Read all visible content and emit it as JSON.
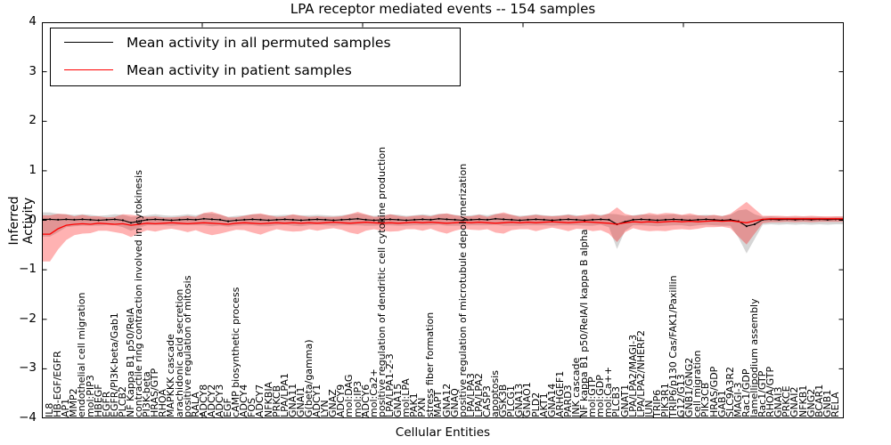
{
  "title": "LPA receptor mediated events -- 154 samples",
  "axes": {
    "ylabel": "Inferred Activity",
    "xlabel": "Cellular Entities",
    "yticks": [
      "4",
      "3",
      "2",
      "1",
      "0",
      "−1",
      "−2",
      "−3",
      "−4"
    ],
    "ylim": [
      -4,
      4
    ],
    "grid": false
  },
  "legend": {
    "position": "upper-left",
    "items": [
      {
        "label": "Mean activity in all permuted samples",
        "color": "#000000"
      },
      {
        "label": "Mean activity in patient samples",
        "color": "#ff0000"
      }
    ]
  },
  "chart_data": {
    "type": "line",
    "title": "LPA receptor mediated events -- 154 samples",
    "xlabel": "Cellular Entities",
    "ylabel": "Inferred Activity",
    "ylim": [
      -4,
      4
    ],
    "categories": [
      "IL8",
      "HB-EGF/EGFR",
      "AP1",
      "MMP2",
      "endothelial cell migration",
      "mol:PIP3",
      "HBEGF",
      "EGFR",
      "EGFR/PI3K-beta/Gab1",
      "PLCB2",
      "NF Kappa B1 p50/RelA",
      "contractile ring contraction involved in cytokinesis",
      "PI3K-beta",
      "HRAS/GTP",
      "RHOA",
      "MAPKKK cascade",
      "arachidonic acid secretion",
      "positive regulation of mitosis",
      "RALA",
      "ADCY8",
      "ADCY2",
      "ADCY3",
      "EGF",
      "cAMP biosynthetic process",
      "ADCY4",
      "FOS",
      "ADCY7",
      "NFKBIA",
      "PRKCB",
      "LPA/LPA1",
      "GNA11",
      "GNAI1",
      "G(beta/gamma)",
      "ADCY1",
      "LYN",
      "GNAZ",
      "ADCY9",
      "mol:DAG",
      "mol:IP3",
      "ADCY6",
      "mol:Ca2+",
      "positive regulation of dendritic cell cytokine production",
      "LPA/LPA1-2-3",
      "GNA15",
      "mol:LPA",
      "PAK1",
      "PXN",
      "stress fiber formation",
      "MAPT",
      "GNA12",
      "GNAQ",
      "positive regulation of microtubule depolymerization",
      "LPA/LPA3",
      "LPA/LPA2",
      "CASP3",
      "apoptosis",
      "GSK3B",
      "PLCG1",
      "GNA13",
      "GNAO1",
      "PLD2",
      "AKT1",
      "GNA14",
      "ARHGEF1",
      "PARD3",
      "JNK cascade",
      "NF kappa B1 p50/RelA/I kappa B alpha",
      "mol:GTP",
      "mol:GDP",
      "mol:Ca++",
      "PLCB3",
      "GNAT1",
      "LPA/LPA2/MAGI-3",
      "LPA/LPA2/NHERF2",
      "JUN",
      "TRIP6",
      "PIK3R1",
      "TRIP6/p130 Cas/FAK1/Paxillin",
      "G12/G13",
      "GNB1/GNG2",
      "cell migration",
      "PIK3CB",
      "HRAS/GDP",
      "GAB1",
      "SLC9A3R2",
      "MAGI-3",
      "Rac1/GDP",
      "lamellipodium assembly",
      "Rac1/GTP",
      "RHOA/GTP",
      "GNAI3",
      "PRKCE",
      "GNAI2",
      "NFKB1",
      "GNG2",
      "BCAR1",
      "GNB1",
      "RELA"
    ],
    "series": [
      {
        "name": "Mean activity in all permuted samples",
        "color": "#000000",
        "marker": "dot",
        "values": [
          0.02,
          0.01,
          0.02,
          0.01,
          0.02,
          0.01,
          0.0,
          0.01,
          0.02,
          0.0,
          -0.05,
          -0.02,
          0.01,
          0.02,
          0.01,
          0.0,
          0.01,
          0.02,
          0.01,
          0.03,
          0.02,
          0.01,
          -0.02,
          0.0,
          0.01,
          0.02,
          0.01,
          0.0,
          0.01,
          0.02,
          0.01,
          0.0,
          0.01,
          0.02,
          0.01,
          0.0,
          0.01,
          0.02,
          0.03,
          0.01,
          0.0,
          0.01,
          0.02,
          0.01,
          0.0,
          0.01,
          0.02,
          0.01,
          0.03,
          0.02,
          0.01,
          0.0,
          0.01,
          0.02,
          0.01,
          0.03,
          0.02,
          0.01,
          0.0,
          0.01,
          0.02,
          0.01,
          0.0,
          0.01,
          0.02,
          0.01,
          0.0,
          0.01,
          0.02,
          0.01,
          -0.08,
          -0.03,
          0.01,
          0.02,
          0.01,
          0.0,
          0.01,
          0.02,
          0.01,
          0.0,
          0.01,
          0.02,
          0.01,
          0.0,
          0.01,
          -0.02,
          -0.12,
          -0.08,
          0.01,
          0.02,
          0.01,
          0.02,
          0.01,
          0.02,
          0.01,
          0.02,
          0.01,
          0.02
        ]
      },
      {
        "name": "Mean activity in patient samples",
        "color": "#ff0000",
        "marker": "none",
        "values": [
          -0.28,
          -0.17,
          -0.1,
          -0.08,
          -0.07,
          -0.08,
          -0.06,
          -0.07,
          -0.08,
          -0.07,
          -0.1,
          -0.08,
          -0.06,
          -0.07,
          -0.06,
          -0.05,
          -0.06,
          -0.07,
          -0.06,
          -0.05,
          -0.06,
          -0.07,
          -0.08,
          -0.06,
          -0.05,
          -0.06,
          -0.07,
          -0.06,
          -0.05,
          -0.06,
          -0.05,
          -0.06,
          -0.05,
          -0.06,
          -0.05,
          -0.04,
          -0.05,
          -0.06,
          -0.05,
          -0.04,
          -0.05,
          -0.06,
          -0.05,
          -0.06,
          -0.05,
          -0.04,
          -0.05,
          -0.04,
          -0.05,
          -0.06,
          -0.05,
          -0.04,
          -0.05,
          -0.04,
          -0.05,
          -0.06,
          -0.05,
          -0.04,
          -0.05,
          -0.04,
          -0.05,
          -0.04,
          -0.03,
          -0.04,
          -0.05,
          -0.04,
          -0.03,
          -0.04,
          -0.05,
          -0.06,
          -0.08,
          -0.05,
          -0.03,
          -0.04,
          -0.03,
          -0.04,
          -0.03,
          -0.02,
          -0.03,
          -0.02,
          -0.03,
          -0.02,
          -0.01,
          -0.02,
          -0.01,
          -0.03,
          -0.05,
          -0.01,
          0.02,
          0.03,
          0.03,
          0.03,
          0.03,
          0.03,
          0.03,
          0.03,
          0.03,
          0.03
        ]
      }
    ],
    "bands": [
      {
        "name": "permuted samples std band",
        "around_series": 0,
        "color": "rgba(0,0,0,0.16)",
        "halfwidth_upper": [
          0.14,
          0.12,
          0.1,
          0.1,
          0.1,
          0.1,
          0.09,
          0.09,
          0.1,
          0.11,
          0.12,
          0.1,
          0.09,
          0.1,
          0.09,
          0.09,
          0.09,
          0.1,
          0.09,
          0.11,
          0.12,
          0.1,
          0.09,
          0.09,
          0.09,
          0.1,
          0.11,
          0.1,
          0.09,
          0.09,
          0.1,
          0.1,
          0.09,
          0.09,
          0.09,
          0.09,
          0.09,
          0.1,
          0.11,
          0.1,
          0.09,
          0.09,
          0.1,
          0.1,
          0.09,
          0.09,
          0.1,
          0.09,
          0.1,
          0.11,
          0.1,
          0.09,
          0.09,
          0.1,
          0.09,
          0.1,
          0.11,
          0.1,
          0.09,
          0.09,
          0.1,
          0.09,
          0.09,
          0.09,
          0.1,
          0.09,
          0.09,
          0.1,
          0.09,
          0.12,
          0.2,
          0.12,
          0.09,
          0.1,
          0.1,
          0.1,
          0.1,
          0.1,
          0.09,
          0.1,
          0.09,
          0.09,
          0.09,
          0.09,
          0.1,
          0.22,
          0.34,
          0.2,
          0.06,
          0.06,
          0.06,
          0.05,
          0.06,
          0.05,
          0.06,
          0.05,
          0.05,
          0.05
        ],
        "halfwidth_lower": [
          0.35,
          0.25,
          0.16,
          0.13,
          0.13,
          0.12,
          0.11,
          0.11,
          0.12,
          0.14,
          0.16,
          0.13,
          0.11,
          0.12,
          0.11,
          0.11,
          0.11,
          0.12,
          0.11,
          0.13,
          0.14,
          0.12,
          0.11,
          0.11,
          0.11,
          0.12,
          0.13,
          0.12,
          0.11,
          0.11,
          0.12,
          0.12,
          0.11,
          0.11,
          0.11,
          0.11,
          0.11,
          0.12,
          0.13,
          0.12,
          0.11,
          0.11,
          0.12,
          0.12,
          0.11,
          0.11,
          0.12,
          0.11,
          0.12,
          0.13,
          0.12,
          0.11,
          0.11,
          0.12,
          0.11,
          0.12,
          0.13,
          0.12,
          0.11,
          0.11,
          0.12,
          0.11,
          0.11,
          0.11,
          0.12,
          0.11,
          0.11,
          0.12,
          0.11,
          0.15,
          0.5,
          0.18,
          0.11,
          0.12,
          0.12,
          0.12,
          0.12,
          0.12,
          0.11,
          0.12,
          0.11,
          0.11,
          0.11,
          0.11,
          0.12,
          0.33,
          0.55,
          0.3,
          0.1,
          0.1,
          0.1,
          0.1,
          0.1,
          0.1,
          0.1,
          0.1,
          0.1,
          0.1
        ]
      },
      {
        "name": "patient samples std band",
        "around_series": 1,
        "color": "rgba(255,0,0,0.30)",
        "halfwidth_upper": [
          0.38,
          0.3,
          0.22,
          0.16,
          0.18,
          0.16,
          0.14,
          0.13,
          0.15,
          0.19,
          0.21,
          0.17,
          0.13,
          0.15,
          0.12,
          0.11,
          0.13,
          0.16,
          0.13,
          0.2,
          0.23,
          0.19,
          0.14,
          0.12,
          0.14,
          0.18,
          0.21,
          0.16,
          0.12,
          0.14,
          0.17,
          0.15,
          0.12,
          0.14,
          0.12,
          0.11,
          0.13,
          0.18,
          0.22,
          0.16,
          0.12,
          0.14,
          0.17,
          0.15,
          0.12,
          0.13,
          0.15,
          0.12,
          0.17,
          0.2,
          0.15,
          0.12,
          0.13,
          0.15,
          0.12,
          0.18,
          0.21,
          0.15,
          0.12,
          0.13,
          0.16,
          0.13,
          0.11,
          0.13,
          0.16,
          0.12,
          0.14,
          0.17,
          0.14,
          0.2,
          0.34,
          0.18,
          0.12,
          0.15,
          0.18,
          0.16,
          0.18,
          0.16,
          0.14,
          0.16,
          0.13,
          0.11,
          0.12,
          0.1,
          0.14,
          0.28,
          0.42,
          0.24,
          0.07,
          0.06,
          0.06,
          0.05,
          0.06,
          0.05,
          0.06,
          0.05,
          0.05,
          0.05
        ],
        "halfwidth_lower": [
          0.55,
          0.42,
          0.3,
          0.22,
          0.2,
          0.18,
          0.15,
          0.14,
          0.16,
          0.2,
          0.24,
          0.18,
          0.14,
          0.16,
          0.13,
          0.12,
          0.14,
          0.17,
          0.14,
          0.21,
          0.24,
          0.2,
          0.15,
          0.13,
          0.15,
          0.19,
          0.22,
          0.17,
          0.13,
          0.15,
          0.18,
          0.16,
          0.13,
          0.15,
          0.13,
          0.12,
          0.14,
          0.19,
          0.23,
          0.17,
          0.13,
          0.15,
          0.18,
          0.16,
          0.13,
          0.14,
          0.16,
          0.13,
          0.18,
          0.21,
          0.16,
          0.13,
          0.14,
          0.16,
          0.13,
          0.19,
          0.22,
          0.16,
          0.13,
          0.14,
          0.17,
          0.14,
          0.12,
          0.14,
          0.17,
          0.13,
          0.15,
          0.18,
          0.15,
          0.21,
          0.36,
          0.19,
          0.13,
          0.16,
          0.19,
          0.17,
          0.19,
          0.17,
          0.15,
          0.17,
          0.14,
          0.12,
          0.13,
          0.11,
          0.15,
          0.3,
          0.44,
          0.26,
          0.08,
          0.07,
          0.07,
          0.06,
          0.07,
          0.06,
          0.07,
          0.06,
          0.06,
          0.06
        ]
      }
    ],
    "x_major_tick_positions": [
      0,
      20,
      40,
      60,
      80,
      100
    ]
  }
}
